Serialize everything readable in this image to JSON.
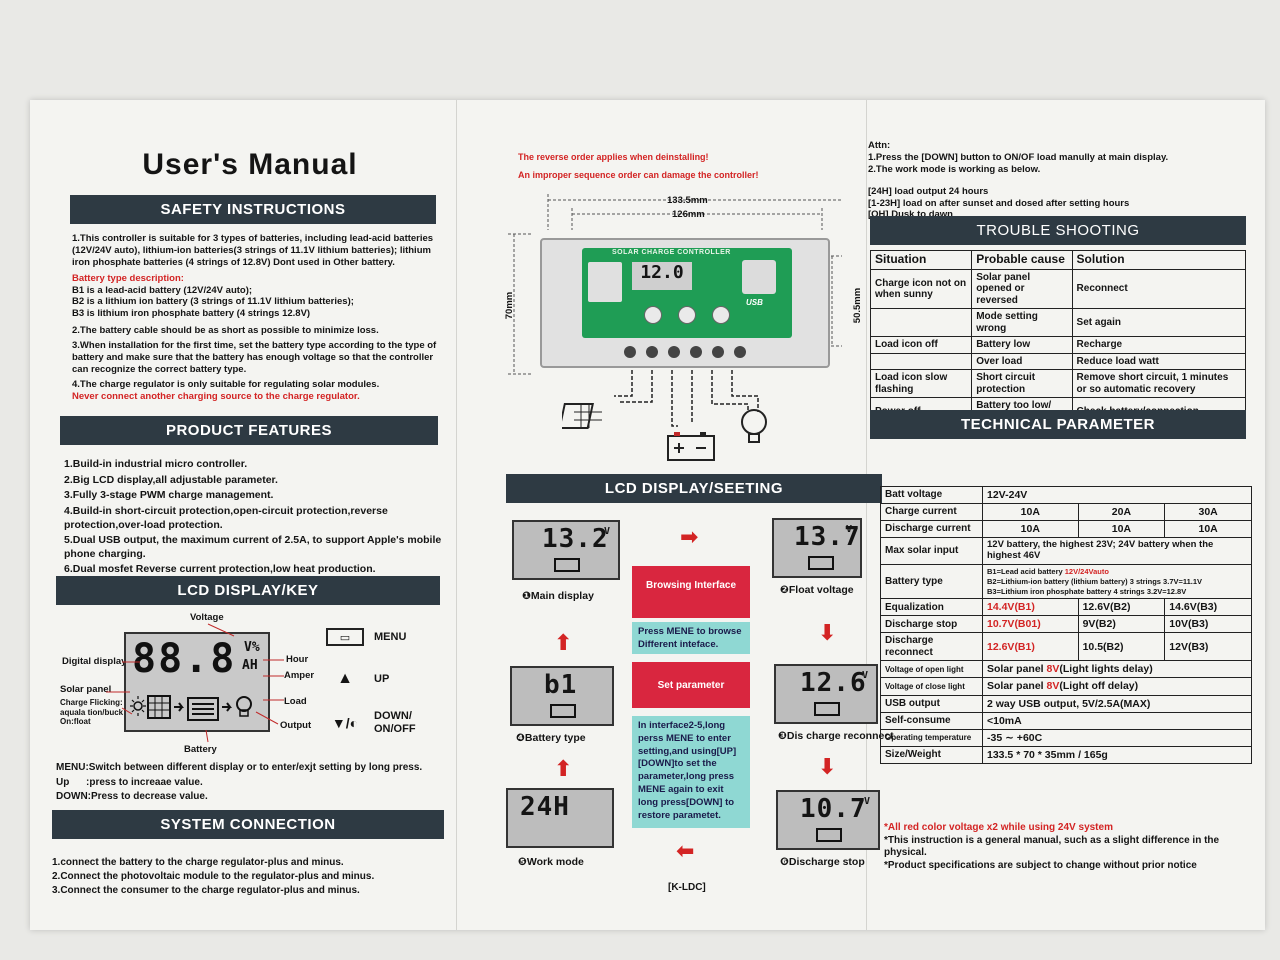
{
  "left": {
    "title": "User's Manual",
    "safety": {
      "heading": "SAFETY INSTRUCTIONS",
      "item1": "1.This controller is suitable for 3 types of batteries, including lead-acid batteries (12V/24V auto), lithium-ion batteries(3 strings of 11.1V lithium batteries); lithium iron phosphate batteries (4 strings of 12.8V) Dont used in Other battery.",
      "type_desc_label": "Battery type description:",
      "b1": "B1 is a lead-acid battery (12V/24V auto);",
      "b2": "B2 is a lithium ion battery (3 strings of 11.1V lithium batteries);",
      "b3": "B3 is lithium iron phosphate battery (4 strings 12.8V)",
      "item2": "2.The battery cable should be as short as possible to minimize loss.",
      "item3": "3.When installation for the first time, set the battery type according to the type of battery and make sure that the battery has enough voltage so that the controller can recognize the correct battery type.",
      "item4": "4.The charge regulator is only suitable for regulating solar modules.",
      "warning": "Never connect another charging source to the charge regulator."
    },
    "features": {
      "heading": "PRODUCT FEATURES",
      "items": [
        "1.Build-in industrial micro controller.",
        "2.Big LCD display,all adjustable parameter.",
        "3.Fully 3-stage PWM charge management.",
        "4.Build-in short-circuit protection,open-circuit protection,reverse protection,over-load protection.",
        "5.Dual USB output, the maximum current of 2.5A, to support Apple's mobile phone charging.",
        "6.Dual mosfet Reverse current protection,low heat production."
      ]
    },
    "lcd_key": {
      "heading": "LCD DISPLAY/KEY",
      "digits": "88.8",
      "unit_top": "V%",
      "unit_bottom": "AH",
      "labels": {
        "voltage": "Voltage",
        "digital": "Digital display",
        "hour": "Hour",
        "amper": "Amper",
        "solar": "Solar panel",
        "charge": "Charge Flicking: aquala tion/buck On:float",
        "load": "Load",
        "output": "Output",
        "battery": "Battery"
      },
      "keys": [
        {
          "label": "MENU"
        },
        {
          "label": "UP"
        },
        {
          "label": "DOWN/ ON/OFF"
        }
      ],
      "desc_menu": "MENU:Switch between different display or to enter/exjt setting by long press.",
      "desc_up_key": "Up",
      "desc_up": ":press to increaae value.",
      "desc_down": "DOWN:Press to decrease value."
    },
    "system": {
      "heading": "SYSTEM CONNECTION",
      "items": [
        "1.connect the battery to the charge regulator-plus and minus.",
        "2.Connect the photovoltaic module to the regulator-plus and minus.",
        "3.Connect the consumer to the charge regulator-plus and minus."
      ]
    }
  },
  "middle": {
    "warn1": "The reverse order applies when deinstalling!",
    "warn2": "An improper sequence order can damage the controller!",
    "dim_w1": "133.5mm",
    "dim_w2": "126mm",
    "dim_h1": "70mm",
    "dim_h2": "50.5mm",
    "ctrl_title": "SOLAR CHARGE CONTROLLER",
    "ctrl_reading": "12.0",
    "usb_label": "USB",
    "lcd_heading": "LCD DISPLAY/SEETING",
    "screens": {
      "main": {
        "value": "13.2",
        "unit": "V",
        "caption": "❶Main display"
      },
      "float": {
        "value": "13.7",
        "unit": "V",
        "caption": "❷Float voltage"
      },
      "battery_type": {
        "value": "b1",
        "caption": "❹Battery type"
      },
      "discharge_reconnect": {
        "value": "12.6",
        "unit": "V",
        "caption": "❸Dis charge reconnect"
      },
      "work_mode": {
        "value": "24H",
        "caption": "❺Work mode"
      },
      "discharge_stop": {
        "value": "10.7",
        "unit": "V",
        "caption": "❻Discharge stop"
      }
    },
    "browsing": "Browsing Interface",
    "browse_desc": "Press MENE to browse Different inteface.",
    "set_param": "Set parameter",
    "set_desc": "In interface2-5,long perss MENE to enter setting,and using[UP][DOWN]to set the parameter,long press MENE again to exit long press[DOWN] to restore parametet.",
    "model": "[K-LDC]"
  },
  "right": {
    "attn_title": "Attn:",
    "attn1": "1.Press the [DOWN] button to ON/OF load manully at main display.",
    "attn2": "2.The work mode is working as below.",
    "mode1": "[24H]  load output 24 hours",
    "mode2": "[1-23H] load on after sunset and dosed after setting hours",
    "mode3": "[OH]    Dusk to dawn",
    "ts_heading": "TROUBLE SHOOTING",
    "ts_headers": [
      "Situation",
      "Probable cause",
      "Solution"
    ],
    "ts_rows": [
      [
        "Charge icon not on when sunny",
        "Solar panel opened or reversed",
        "Reconnect"
      ],
      [
        "",
        "Mode setting wrong",
        "Set again"
      ],
      [
        "Load icon off",
        "Battery low",
        "Recharge"
      ],
      [
        "",
        "Over load",
        "Reduce load watt"
      ],
      [
        "Load icon slow flashing",
        "Short circuit protection",
        "Remove short circuit, 1 minutes or so automatic recovery"
      ],
      [
        "Power off",
        "Battery too low/ reverse",
        "Check battery/connection"
      ]
    ],
    "tp_heading": "TECHNICAL PARAMETER",
    "tp": {
      "batt_voltage": {
        "k": "Batt voltage",
        "v": "12V-24V"
      },
      "charge_current": {
        "k": "Charge current",
        "v": [
          "10A",
          "20A",
          "30A"
        ]
      },
      "discharge_current": {
        "k": "Discharge current",
        "v": [
          "10A",
          "10A",
          "10A"
        ]
      },
      "max_solar": {
        "k": "Max solar input",
        "v": "12V battery, the highest 23V; 24V battery when the highest 46V"
      },
      "battery_type": {
        "k": "Battery type",
        "v1a": "B1=Lead acid battery ",
        "v1b": "12V/24Vauto",
        "v2": "B2=Lithium-ion battery (lithium battery) 3 strings 3.7V=11.1V",
        "v3": "B3=Lithium iron phosphate battery 4 strings 3.2V=12.8V"
      },
      "equalization": {
        "k": "Equalization",
        "v": [
          "14.4V(B1)",
          "12.6V(B2)",
          "14.6V(B3)"
        ]
      },
      "discharge_stop": {
        "k": "Discharge stop",
        "v": [
          "10.7V(B01)",
          "9V(B2)",
          "10V(B3)"
        ]
      },
      "discharge_reconnect": {
        "k": "Discharge reconnect",
        "v": [
          "12.6V(B1)",
          "10.5(B2)",
          "12V(B3)"
        ]
      },
      "open_light": {
        "k": "Voltage of open light",
        "pre": "Solar panel ",
        "val": "8V",
        "post": "(Light lights delay)"
      },
      "close_light": {
        "k": "Voltage of close light",
        "pre": "Solar panel ",
        "val": "8V",
        "post": "(Light off delay)"
      },
      "usb_output": {
        "k": "USB output",
        "v": "2 way USB output,  5V/2.5A(MAX)"
      },
      "self_consume": {
        "k": "Self-consume",
        "v": "<10mA"
      },
      "operating_temp": {
        "k": "Operating temperature",
        "v": "-35 ∼ +60C"
      },
      "size_weight": {
        "k": "Size/Weight",
        "v": "133.5 * 70 * 35mm  /  165g"
      }
    },
    "note1": "*All red color voltage x2 while using 24V system",
    "note2": "*This instruction is a general manual, such as a slight difference in the physical.",
    "note3": "*Product specifications are subject to change without prior notice"
  },
  "colors": {
    "header_bar": "#2e3a43",
    "accent_red": "#d32424",
    "controller_green": "#1f9d55",
    "info_teal": "#8fd8d3"
  }
}
